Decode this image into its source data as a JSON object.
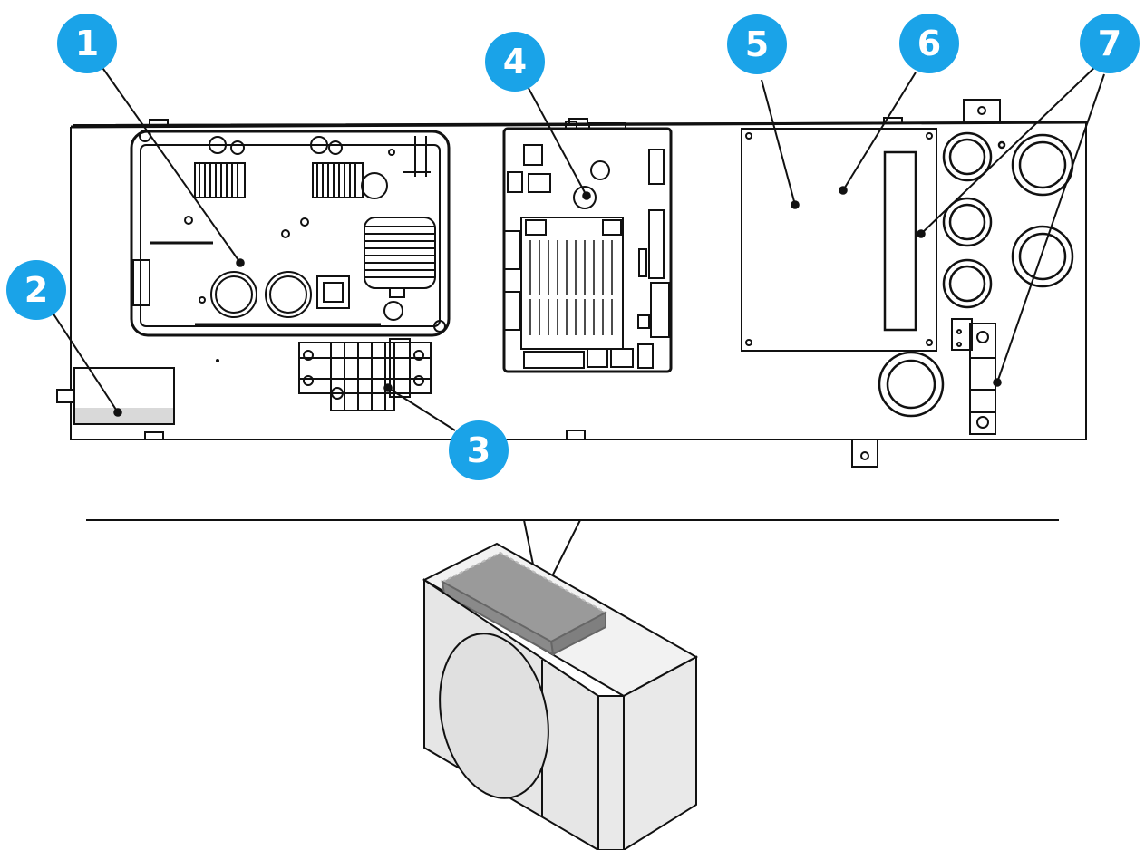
{
  "callouts": [
    {
      "number": "1"
    },
    {
      "number": "2"
    },
    {
      "number": "3"
    },
    {
      "number": "4"
    },
    {
      "number": "5"
    },
    {
      "number": "6"
    },
    {
      "number": "7"
    }
  ],
  "colors": {
    "badge": "#1aa3e8",
    "badge_text": "#ffffff",
    "line": "#111111",
    "highlight_panel": "#9a9a9a",
    "unit_body": "#e8e8e8"
  }
}
